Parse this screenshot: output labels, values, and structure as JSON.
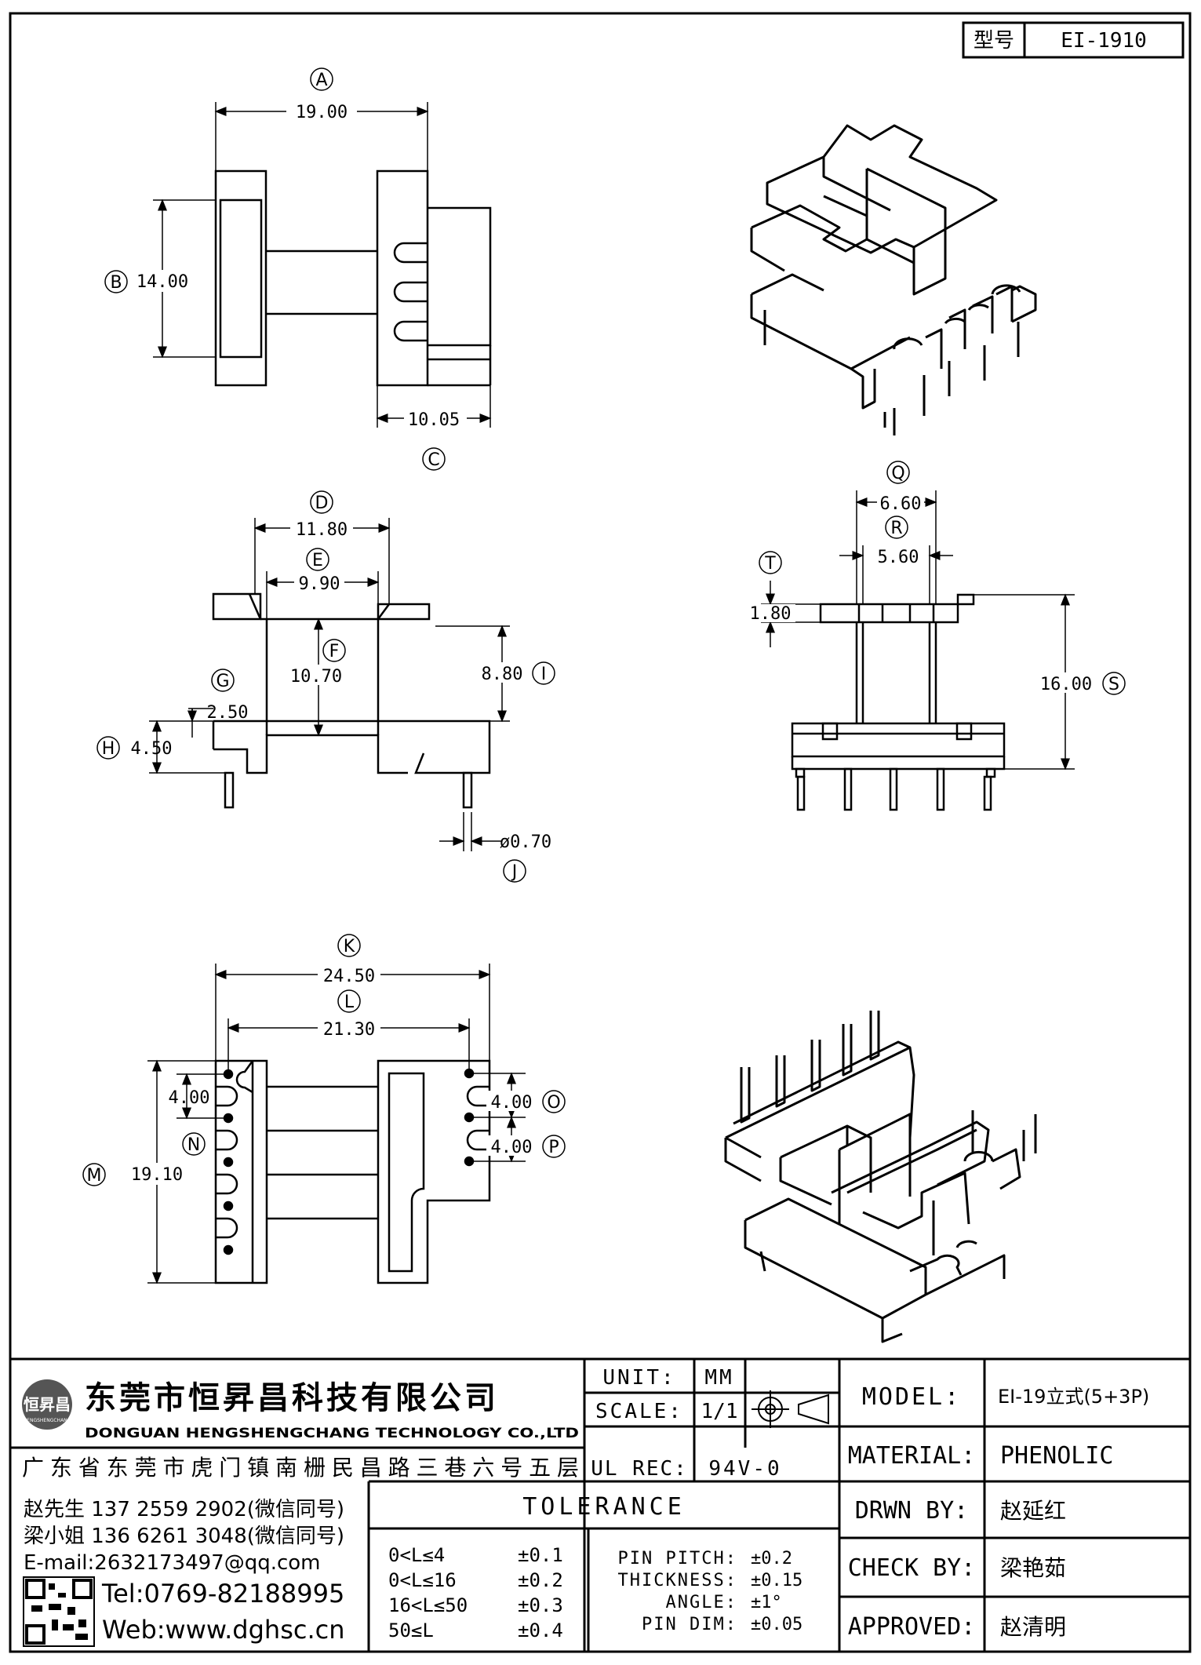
{
  "model_box": {
    "label": "型号",
    "value": "EI-1910"
  },
  "top_view": {
    "A": {
      "letter": "A",
      "value": "19.00"
    },
    "B": {
      "letter": "B",
      "value": "14.00"
    },
    "C": {
      "letter": "C",
      "value": "10.05"
    }
  },
  "front_view": {
    "D": {
      "letter": "D",
      "value": "11.80"
    },
    "E": {
      "letter": "E",
      "value": "9.90"
    },
    "F": {
      "letter": "F",
      "value": "10.70"
    },
    "G": {
      "letter": "G",
      "value": "2.50"
    },
    "H": {
      "letter": "H",
      "value": "4.50"
    },
    "I": {
      "letter": "I",
      "value": "8.80"
    },
    "J": {
      "letter": "J",
      "value": "ø0.70"
    }
  },
  "side_view": {
    "Q": {
      "letter": "Q",
      "value": "6.60"
    },
    "R": {
      "letter": "R",
      "value": "5.60"
    },
    "T": {
      "letter": "T",
      "value": "1.80"
    },
    "S": {
      "letter": "S",
      "value": "16.00"
    }
  },
  "bottom_view": {
    "K": {
      "letter": "K",
      "value": "24.50"
    },
    "L": {
      "letter": "L",
      "value": "21.30"
    },
    "M": {
      "letter": "M",
      "value": "19.10"
    },
    "N": {
      "letter": "N",
      "value": "4.00"
    },
    "O": {
      "letter": "O",
      "value": "4.00"
    },
    "P": {
      "letter": "P",
      "value": "4.00"
    }
  },
  "company": {
    "name_cn": "东莞市恒昇昌科技有限公司",
    "name_en": "DONGUAN HENGSHENGCHANG TECHNOLOGY CO.,LTD",
    "address": "广东省东莞市虎门镇南栅民昌路三巷六号五层",
    "logo_text": "恒昇昌",
    "logo_sub": "HENGSHENGCHANG"
  },
  "contacts": {
    "line1": "赵先生 137 2559 2902(微信同号)",
    "line2": "梁小姐 136 6261 3048(微信同号)",
    "email": "E-mail:2632173497@qq.com",
    "tel": "Tel:0769-82188995",
    "web": "Web:www.dghsc.cn"
  },
  "title_block": {
    "unit_label": "UNIT:",
    "unit_value": "MM",
    "scale_label": "SCALE:",
    "scale_value": "1/1",
    "ulrec_label": "UL REC:",
    "ulrec_value": "94V-0",
    "model_label": "MODEL:",
    "model_value": "EI-19立式(5+3P)",
    "material_label": "MATERIAL:",
    "material_value": "PHENOLIC",
    "drwn_label": "DRWN BY:",
    "drwn_value": "赵延红",
    "check_label": "CHECK BY:",
    "check_value": "梁艳茹",
    "approved_label": "APPROVED:",
    "approved_value": "赵清明"
  },
  "tolerance": {
    "title": "TOLERANCE",
    "ranges": [
      {
        "range": "0<L≤4",
        "tol": "±0.1"
      },
      {
        "range": "0<L≤16",
        "tol": "±0.2"
      },
      {
        "range": "16<L≤50",
        "tol": "±0.3"
      },
      {
        "range": "50≤L",
        "tol": "±0.4"
      }
    ],
    "specs": [
      {
        "name": "PIN PITCH:",
        "tol": "±0.2"
      },
      {
        "name": "THICKNESS:",
        "tol": "±0.15"
      },
      {
        "name": "ANGLE:",
        "tol": "±1°"
      },
      {
        "name": "PIN DIM:",
        "tol": "±0.05"
      }
    ]
  }
}
